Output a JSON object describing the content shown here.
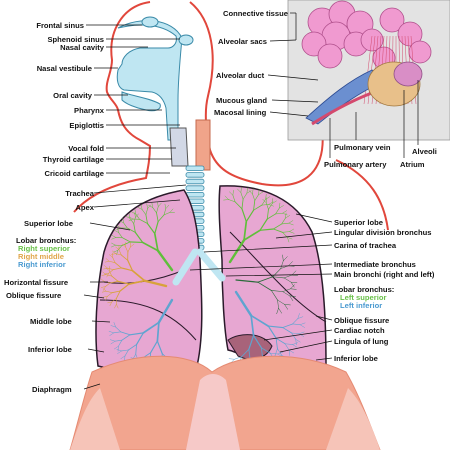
{
  "colors": {
    "airway": "#bfe6f2",
    "airway_stroke": "#3a8aa8",
    "body_outline": "#e1473c",
    "lung_fill": "#e7a7d2",
    "lung_stroke": "#2a1a2a",
    "bronchus_green": "#5fbf3a",
    "bronchus_orange": "#d8a23a",
    "bronchus_blue": "#5fa4d0",
    "diaphragm": "#f2a58f",
    "inset_bg": "#e3e3e3",
    "alveoli": "#f09ad0",
    "label_right_superior": "#6ac14a",
    "label_right_middle": "#e0a64a",
    "label_right_inferior": "#4a9ad0",
    "label_left_superior": "#6ac14a",
    "label_left_inferior": "#4a9ad0"
  },
  "labels_left": {
    "frontal_sinus": "Frontal sinus",
    "sphenoid_sinus": "Sphenoid sinus",
    "nasal_cavity": "Nasal cavity",
    "nasal_vestibule": "Nasal vestibule",
    "oral_cavity": "Oral cavity",
    "pharynx": "Pharynx",
    "epiglottis": "Epiglottis",
    "vocal_fold": "Vocal fold",
    "thyroid_cartilage": "Thyroid cartilage",
    "cricoid_cartilage": "Cricoid cartilage",
    "trachea": "Trachea",
    "apex": "Apex",
    "superior_lobe": "Superior lobe",
    "lobar_bronchus": "Lobar bronchus:",
    "right_superior": "Right superior",
    "right_middle": "Right middle",
    "right_inferior": "Right inferior",
    "horizontal_fissure": "Horizontal fissure",
    "oblique_fissure": "Oblique fissure",
    "middle_lobe": "Middle lobe",
    "inferior_lobe": "Inferior lobe",
    "diaphragm": "Diaphragm"
  },
  "labels_right": {
    "connective_tissue": "Connective tissue",
    "alveolar_sacs": "Alveolar sacs",
    "alveolar_duct": "Alveolar duct",
    "mucous_gland": "Mucous gland",
    "mucosal_lining": "Macosal lining",
    "pulmonary_vein": "Pulmonary vein",
    "pulmonary_artery": "Pulmonary artery",
    "atrium": "Atrium",
    "alveoli": "Alveoli",
    "superior_lobe": "Superior lobe",
    "lingular_division_bronchus": "Lingular division bronchus",
    "carina_of_trachea": "Carina of trachea",
    "intermediate_bronchus": "Intermediate bronchus",
    "main_bronchi": "Main bronchi (right and left)",
    "lobar_bronchus": "Lobar bronchus:",
    "left_superior": "Left superior",
    "left_inferior": "Left inferior",
    "oblique_fissure": "Oblique fissure",
    "cardiac_notch": "Cardiac notch",
    "lingula_of_lung": "Lingula of lung",
    "inferior_lobe": "Inferior lobe"
  }
}
